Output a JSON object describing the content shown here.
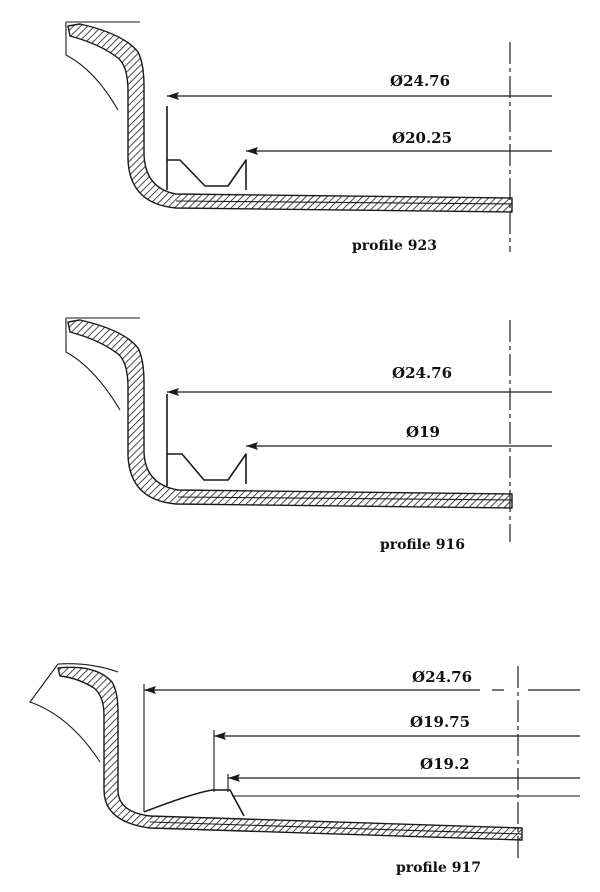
{
  "profiles": [
    {
      "name": "profile 923",
      "dimensions": [
        "Ø24.76",
        "Ø20.25"
      ]
    },
    {
      "name": "profile 916",
      "dimensions": [
        "Ø24.76",
        "Ø19"
      ]
    },
    {
      "name": "profile 917",
      "dimensions": [
        "Ø24.76",
        "Ø19.75",
        "Ø19.2"
      ]
    }
  ]
}
